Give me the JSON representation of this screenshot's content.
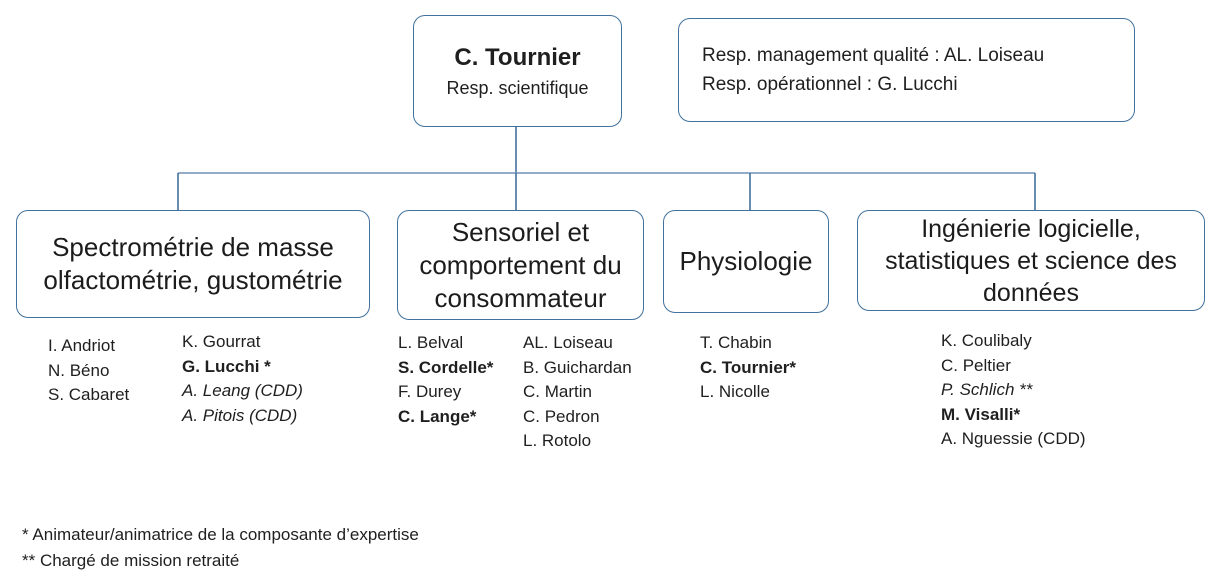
{
  "org": {
    "root": {
      "name": "C. Tournier",
      "role": "Resp. scientifique"
    },
    "management": {
      "line1": "Resp. management qualité : AL. Loiseau",
      "line2": "Resp. opérationnel : G. Lucchi"
    },
    "departments": [
      {
        "title_lines": [
          "Spectrométrie de masse",
          "olfactométrie, gustométrie"
        ],
        "columns": [
          [
            {
              "text": "I. Andriot",
              "style": "regular"
            },
            {
              "text": "N. Béno",
              "style": "regular"
            },
            {
              "text": "S. Cabaret",
              "style": "regular"
            }
          ],
          [
            {
              "text": "K. Gourrat",
              "style": "regular"
            },
            {
              "text": "G. Lucchi *",
              "style": "bold"
            },
            {
              "text": "A. Leang (CDD)",
              "style": "italic"
            },
            {
              "text": "A. Pitois (CDD)",
              "style": "italic"
            }
          ]
        ]
      },
      {
        "title_lines": [
          "Sensoriel et",
          "comportement du",
          "consommateur"
        ],
        "columns": [
          [
            {
              "text": "L. Belval",
              "style": "regular"
            },
            {
              "text": "S. Cordelle*",
              "style": "bold"
            },
            {
              "text": "F. Durey",
              "style": "regular"
            },
            {
              "text": "C. Lange*",
              "style": "bold"
            }
          ],
          [
            {
              "text": "AL. Loiseau",
              "style": "regular"
            },
            {
              "text": "B. Guichardan",
              "style": "regular"
            },
            {
              "text": "C. Martin",
              "style": "regular"
            },
            {
              "text": "C. Pedron",
              "style": "regular"
            },
            {
              "text": "L. Rotolo",
              "style": "regular"
            }
          ]
        ]
      },
      {
        "title_lines": [
          "Physiologie"
        ],
        "columns": [
          [
            {
              "text": "T. Chabin",
              "style": "regular"
            },
            {
              "text": "C. Tournier*",
              "style": "bold"
            },
            {
              "text": "L. Nicolle",
              "style": "regular"
            }
          ]
        ]
      },
      {
        "title_lines": [
          "Ingénierie logicielle,",
          "statistiques et science des",
          "données"
        ],
        "columns": [
          [
            {
              "text": "K. Coulibaly",
              "style": "regular"
            },
            {
              "text": "C. Peltier",
              "style": "regular"
            },
            {
              "text": "P. Schlich **",
              "style": "italic"
            },
            {
              "text": "M. Visalli*",
              "style": "bold"
            },
            {
              "text": "A. Nguessie (CDD)",
              "style": "regular"
            }
          ]
        ]
      }
    ],
    "footnotes": [
      "* Animateur/animatrice de la composante d’expertise",
      "** Chargé de mission retraité"
    ],
    "line_color": "#41719C"
  }
}
